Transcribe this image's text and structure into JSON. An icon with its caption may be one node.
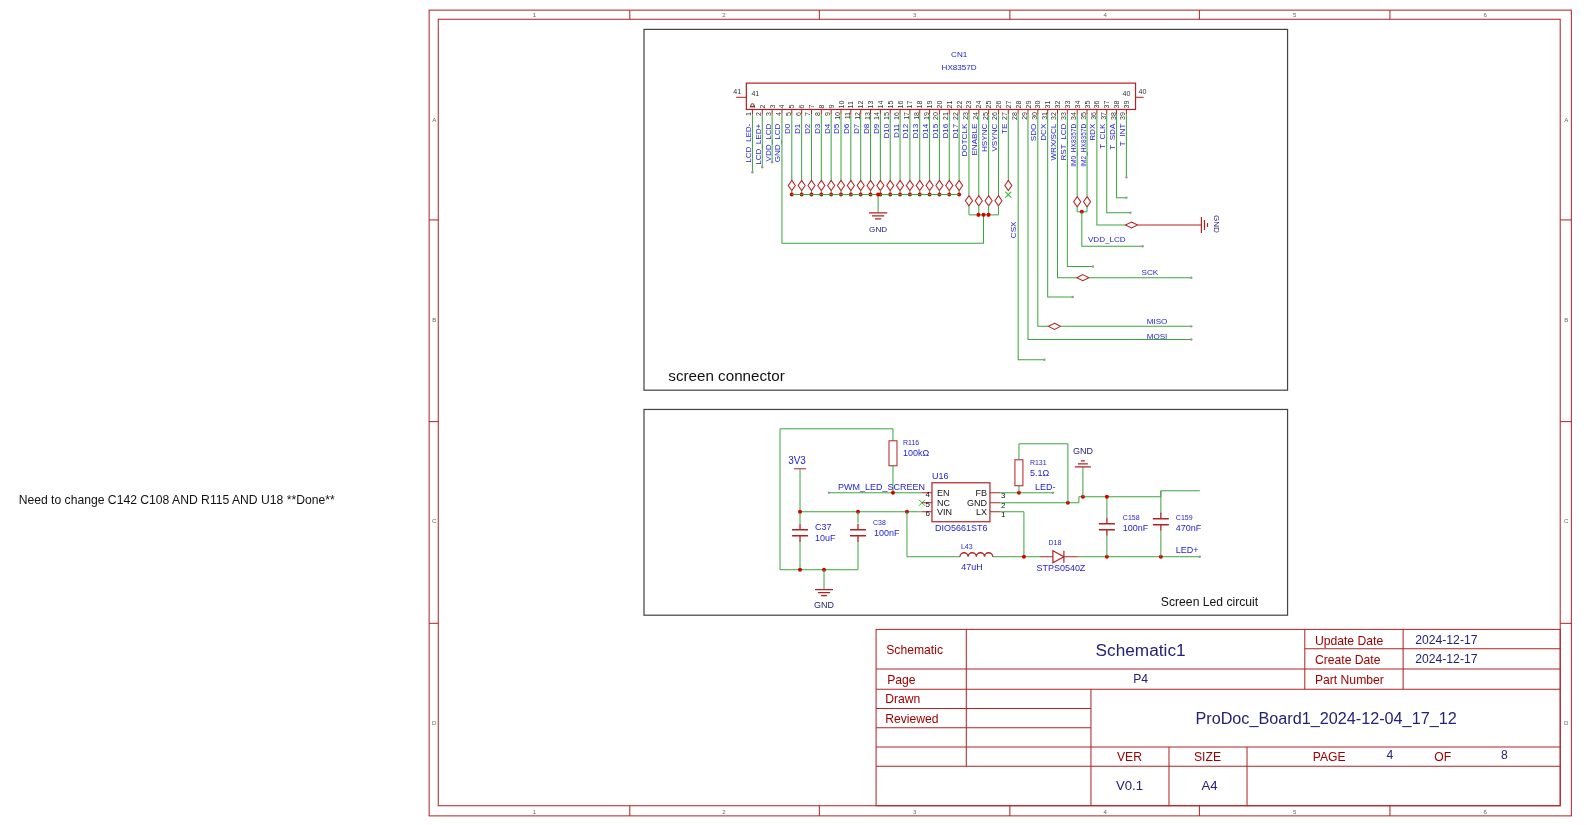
{
  "diagram": {
    "labels": [
      "1",
      "2",
      "3",
      "4",
      "5",
      "6",
      "CN1",
      "HX8357D",
      "41",
      "41",
      "40",
      "40",
      "1",
      "2",
      "3",
      "4",
      "5",
      "6",
      "7",
      "8",
      "9",
      "10",
      "11",
      "12",
      "13",
      "14",
      "15",
      "16",
      "17",
      "18",
      "19",
      "20",
      "21",
      "22",
      "23",
      "24",
      "25",
      "26",
      "27",
      "28",
      "29",
      "30",
      "31",
      "32",
      "33",
      "34",
      "35",
      "36",
      "37",
      "38",
      "39",
      "1",
      "2",
      "3",
      "4",
      "5",
      "6",
      "7",
      "8",
      "9",
      "10",
      "11",
      "12",
      "13",
      "14",
      "15",
      "16",
      "17",
      "18",
      "19",
      "20",
      "21",
      "22",
      "23",
      "24",
      "25",
      "26",
      "27",
      "28",
      "29",
      "30",
      "31",
      "32",
      "33",
      "34",
      "35",
      "36",
      "37",
      "38",
      "39",
      "LCD_LED-",
      "LCD_LED+",
      "VDD_LCD",
      "GND_LCD",
      "D0",
      "D1",
      "D2",
      "D3",
      "D4",
      "D5",
      "D6",
      "D7",
      "D8",
      "D9",
      "D10",
      "D11",
      "D12",
      "D13",
      "D14",
      "D15",
      "D16",
      "D17",
      "DOTCLK",
      "ENABLE",
      "HSYNC",
      "VSYNC",
      "TE",
      "SDO",
      "DCX",
      "WRX/SCL",
      "RST_LCD",
      "IM0_HX8357D",
      "IM2_HX8357D",
      "RDX",
      "T_CLK",
      "T_SDA",
      "T_INT",
      "A",
      "B",
      "C",
      "D",
      "A",
      "B",
      "C",
      "D",
      "GND",
      "CSX",
      "GND",
      "VDD_LCD",
      "SCK",
      "MISO",
      "MOSI",
      "screen connector",
      "Need to change C142 C108 AND R115 AND U18 **Done**",
      "R116",
      "100kΩ",
      "GND",
      "3V3",
      "U16",
      "R131",
      "5.1Ω",
      "PWM_LED_SCREEN",
      "LED-",
      "4",
      "EN",
      "FB",
      "3",
      "5",
      "NC",
      "GND",
      "2",
      "6",
      "VIN",
      "LX",
      "1",
      "C37",
      "10uF",
      "C38",
      "100nF",
      "DIO5661ST6",
      "C158",
      "100nF",
      "C159",
      "470nF",
      "L43",
      "D18",
      "LED+",
      "47uH",
      "STPS0540Z",
      "GND",
      "Screen Led circuit",
      "Schematic",
      "Schematic1",
      "Update Date",
      "2024-12-17",
      "Create Date",
      "2024-12-17",
      "Page",
      "P4",
      "Part Number",
      "Drawn",
      "Reviewed",
      "ProDoc_Board1_2024-12-04_17_12",
      "VER",
      "SIZE",
      "PAGE",
      "4",
      "OF",
      "8",
      "V0.1",
      "A4",
      "1",
      "2",
      "3",
      "4",
      "5",
      "6"
    ]
  }
}
